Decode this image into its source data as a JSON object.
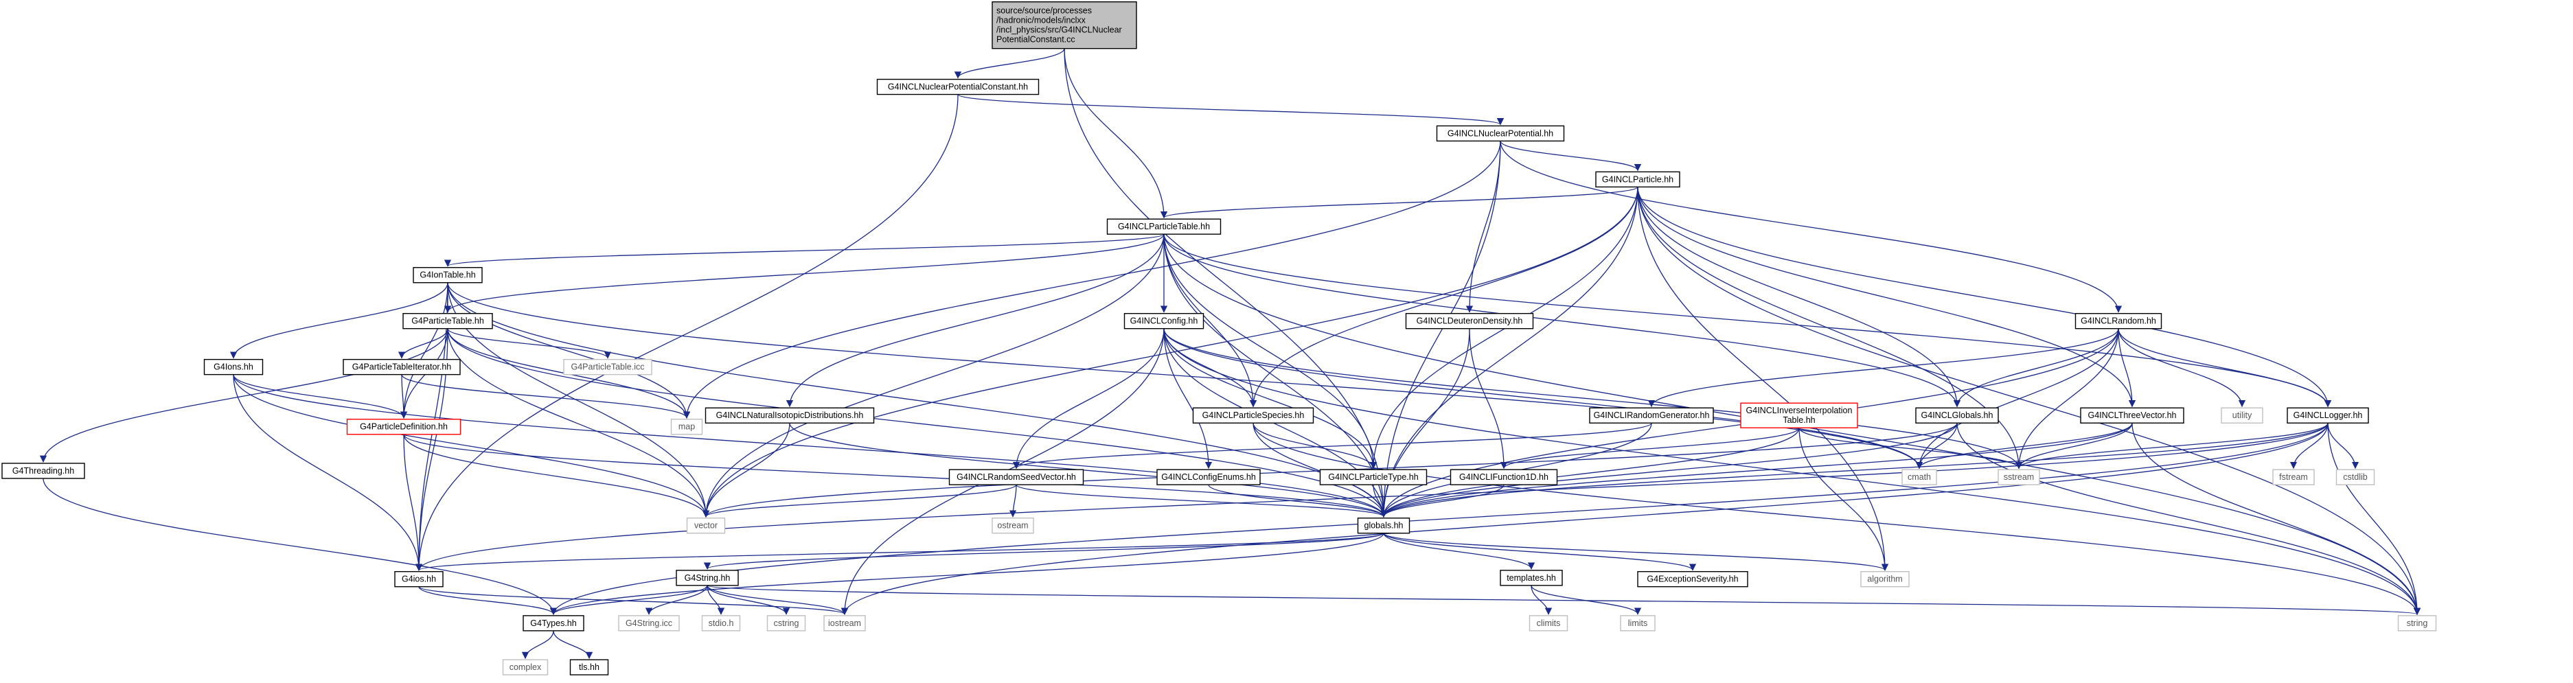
{
  "graph": {
    "nodes": [
      {
        "id": "root",
        "lines": [
          "source/source/processes",
          "/hadronic/models/inclxx",
          "/incl_physics/src/G4INCLNuclear",
          "PotentialConstant.cc"
        ],
        "kind": "root"
      },
      {
        "id": "npc",
        "lines": [
          "G4INCLNuclearPotentialConstant.hh"
        ],
        "kind": "doc"
      },
      {
        "id": "np",
        "lines": [
          "G4INCLNuclearPotential.hh"
        ],
        "kind": "doc"
      },
      {
        "id": "particle",
        "lines": [
          "G4INCLParticle.hh"
        ],
        "kind": "doc"
      },
      {
        "id": "ptable",
        "lines": [
          "G4INCLParticleTable.hh"
        ],
        "kind": "doc"
      },
      {
        "id": "iontable",
        "lines": [
          "G4IonTable.hh"
        ],
        "kind": "doc"
      },
      {
        "id": "g4ptable",
        "lines": [
          "G4ParticleTable.hh"
        ],
        "kind": "doc"
      },
      {
        "id": "g4ptableicc",
        "lines": [
          "G4ParticleTable.icc"
        ],
        "kind": "ext"
      },
      {
        "id": "g4ions",
        "lines": [
          "G4Ions.hh"
        ],
        "kind": "doc"
      },
      {
        "id": "ptiter",
        "lines": [
          "G4ParticleTableIterator.hh"
        ],
        "kind": "doc"
      },
      {
        "id": "pdef",
        "lines": [
          "G4ParticleDefinition.hh"
        ],
        "kind": "trunc"
      },
      {
        "id": "threading",
        "lines": [
          "G4Threading.hh"
        ],
        "kind": "doc"
      },
      {
        "id": "nid",
        "lines": [
          "G4INCLNaturalIsotopicDistributions.hh"
        ],
        "kind": "doc"
      },
      {
        "id": "config",
        "lines": [
          "G4INCLConfig.hh"
        ],
        "kind": "doc"
      },
      {
        "id": "deut",
        "lines": [
          "G4INCLDeuteronDensity.hh"
        ],
        "kind": "doc"
      },
      {
        "id": "random",
        "lines": [
          "G4INCLRandom.hh"
        ],
        "kind": "doc"
      },
      {
        "id": "rgen",
        "lines": [
          "G4INCLIRandomGenerator.hh"
        ],
        "kind": "doc"
      },
      {
        "id": "iit",
        "lines": [
          "G4INCLInverseInterpolation",
          "Table.hh"
        ],
        "kind": "trunc"
      },
      {
        "id": "globals",
        "lines": [
          "G4INCLGlobals.hh"
        ],
        "kind": "doc"
      },
      {
        "id": "threevec",
        "lines": [
          "G4INCLThreeVector.hh"
        ],
        "kind": "doc"
      },
      {
        "id": "logger",
        "lines": [
          "G4INCLLogger.hh"
        ],
        "kind": "doc"
      },
      {
        "id": "utility",
        "lines": [
          "utility"
        ],
        "kind": "ext"
      },
      {
        "id": "species",
        "lines": [
          "G4INCLParticleSpecies.hh"
        ],
        "kind": "doc"
      },
      {
        "id": "seed",
        "lines": [
          "G4INCLRandomSeedVector.hh"
        ],
        "kind": "doc"
      },
      {
        "id": "cfgenums",
        "lines": [
          "G4INCLConfigEnums.hh"
        ],
        "kind": "doc"
      },
      {
        "id": "ptype",
        "lines": [
          "G4INCLParticleType.hh"
        ],
        "kind": "doc"
      },
      {
        "id": "f1d",
        "lines": [
          "G4INCLIFunction1D.hh"
        ],
        "kind": "doc"
      },
      {
        "id": "globalshh",
        "lines": [
          "globals.hh"
        ],
        "kind": "doc"
      },
      {
        "id": "map",
        "lines": [
          "map"
        ],
        "kind": "ext"
      },
      {
        "id": "vector",
        "lines": [
          "vector"
        ],
        "kind": "ext"
      },
      {
        "id": "ostream",
        "lines": [
          "ostream"
        ],
        "kind": "ext"
      },
      {
        "id": "cmath",
        "lines": [
          "cmath"
        ],
        "kind": "ext"
      },
      {
        "id": "sstream",
        "lines": [
          "sstream"
        ],
        "kind": "ext"
      },
      {
        "id": "fstream",
        "lines": [
          "fstream"
        ],
        "kind": "ext"
      },
      {
        "id": "cstdlib",
        "lines": [
          "cstdlib"
        ],
        "kind": "ext"
      },
      {
        "id": "g4ios",
        "lines": [
          "G4ios.hh"
        ],
        "kind": "doc"
      },
      {
        "id": "g4string",
        "lines": [
          "G4String.hh"
        ],
        "kind": "doc"
      },
      {
        "id": "templates",
        "lines": [
          "templates.hh"
        ],
        "kind": "doc"
      },
      {
        "id": "excsev",
        "lines": [
          "G4ExceptionSeverity.hh"
        ],
        "kind": "doc"
      },
      {
        "id": "algorithm",
        "lines": [
          "algorithm"
        ],
        "kind": "ext"
      },
      {
        "id": "g4types",
        "lines": [
          "G4Types.hh"
        ],
        "kind": "doc"
      },
      {
        "id": "g4stringicc",
        "lines": [
          "G4String.icc"
        ],
        "kind": "ext"
      },
      {
        "id": "stdio",
        "lines": [
          "stdio.h"
        ],
        "kind": "ext"
      },
      {
        "id": "cstring",
        "lines": [
          "cstring"
        ],
        "kind": "ext"
      },
      {
        "id": "iostream",
        "lines": [
          "iostream"
        ],
        "kind": "ext"
      },
      {
        "id": "string",
        "lines": [
          "string"
        ],
        "kind": "ext"
      },
      {
        "id": "climits",
        "lines": [
          "climits"
        ],
        "kind": "ext"
      },
      {
        "id": "limits",
        "lines": [
          "limits"
        ],
        "kind": "ext"
      },
      {
        "id": "complex",
        "lines": [
          "complex"
        ],
        "kind": "ext"
      },
      {
        "id": "tls",
        "lines": [
          "tls.hh"
        ],
        "kind": "doc"
      }
    ],
    "edges": [
      [
        "root",
        "npc"
      ],
      [
        "root",
        "ptable"
      ],
      [
        "root",
        "globalshh"
      ],
      [
        "npc",
        "np"
      ],
      [
        "npc",
        "g4ios"
      ],
      [
        "np",
        "particle"
      ],
      [
        "np",
        "deut"
      ],
      [
        "np",
        "random"
      ],
      [
        "np",
        "globalshh"
      ],
      [
        "np",
        "map"
      ],
      [
        "particle",
        "ptable"
      ],
      [
        "particle",
        "species"
      ],
      [
        "particle",
        "ptype"
      ],
      [
        "particle",
        "threevec"
      ],
      [
        "particle",
        "logger"
      ],
      [
        "particle",
        "globals"
      ],
      [
        "particle",
        "vector"
      ],
      [
        "particle",
        "sstream"
      ],
      [
        "particle",
        "string"
      ],
      [
        "particle",
        "algorithm"
      ],
      [
        "particle",
        "globalshh"
      ],
      [
        "ptable",
        "iontable"
      ],
      [
        "ptable",
        "g4ptable"
      ],
      [
        "ptable",
        "nid"
      ],
      [
        "ptable",
        "config"
      ],
      [
        "ptable",
        "species"
      ],
      [
        "ptable",
        "ptype"
      ],
      [
        "ptable",
        "globals"
      ],
      [
        "ptable",
        "logger"
      ],
      [
        "ptable",
        "globalshh"
      ],
      [
        "ptable",
        "vector"
      ],
      [
        "ptable",
        "string"
      ],
      [
        "iontable",
        "g4ptable"
      ],
      [
        "iontable",
        "g4ions"
      ],
      [
        "iontable",
        "pdef"
      ],
      [
        "iontable",
        "map"
      ],
      [
        "iontable",
        "vector"
      ],
      [
        "iontable",
        "g4ios"
      ],
      [
        "iontable",
        "globalshh"
      ],
      [
        "iontable",
        "cmath"
      ],
      [
        "g4ptable",
        "g4ptableicc"
      ],
      [
        "g4ptable",
        "ptiter"
      ],
      [
        "g4ptable",
        "pdef"
      ],
      [
        "g4ptable",
        "threading"
      ],
      [
        "g4ptable",
        "map"
      ],
      [
        "g4ptable",
        "vector"
      ],
      [
        "g4ptable",
        "globalshh"
      ],
      [
        "g4ptable",
        "g4ios"
      ],
      [
        "g4ions",
        "pdef"
      ],
      [
        "g4ions",
        "globalshh"
      ],
      [
        "g4ions",
        "g4ios"
      ],
      [
        "g4ions",
        "vector"
      ],
      [
        "ptiter",
        "pdef"
      ],
      [
        "ptiter",
        "map"
      ],
      [
        "pdef",
        "g4ios"
      ],
      [
        "pdef",
        "vector"
      ],
      [
        "pdef",
        "globalshh"
      ],
      [
        "threading",
        "g4types"
      ],
      [
        "nid",
        "vector"
      ],
      [
        "nid",
        "globalshh"
      ],
      [
        "config",
        "seed"
      ],
      [
        "config",
        "cfgenums"
      ],
      [
        "config",
        "species"
      ],
      [
        "config",
        "ptype"
      ],
      [
        "config",
        "globalshh"
      ],
      [
        "config",
        "iostream"
      ],
      [
        "config",
        "sstream"
      ],
      [
        "config",
        "string"
      ],
      [
        "config",
        "cmath"
      ],
      [
        "deut",
        "f1d"
      ],
      [
        "deut",
        "globalshh"
      ],
      [
        "random",
        "rgen"
      ],
      [
        "random",
        "globals"
      ],
      [
        "random",
        "threevec"
      ],
      [
        "random",
        "logger"
      ],
      [
        "random",
        "utility"
      ],
      [
        "random",
        "cmath"
      ],
      [
        "random",
        "globalshh"
      ],
      [
        "random",
        "sstream"
      ],
      [
        "rgen",
        "seed"
      ],
      [
        "rgen",
        "globalshh"
      ],
      [
        "iit",
        "f1d"
      ],
      [
        "iit",
        "globalshh"
      ],
      [
        "iit",
        "algorithm"
      ],
      [
        "iit",
        "sstream"
      ],
      [
        "globals",
        "globalshh"
      ],
      [
        "globals",
        "cmath"
      ],
      [
        "globals",
        "string"
      ],
      [
        "globals",
        "vector"
      ],
      [
        "threevec",
        "globalshh"
      ],
      [
        "threevec",
        "sstream"
      ],
      [
        "threevec",
        "string"
      ],
      [
        "threevec",
        "cmath"
      ],
      [
        "logger",
        "globalshh"
      ],
      [
        "logger",
        "fstream"
      ],
      [
        "logger",
        "cstdlib"
      ],
      [
        "logger",
        "sstream"
      ],
      [
        "logger",
        "string"
      ],
      [
        "logger",
        "g4types"
      ],
      [
        "logger",
        "iostream"
      ],
      [
        "logger",
        "g4ios"
      ],
      [
        "species",
        "ptype"
      ],
      [
        "species",
        "globalshh"
      ],
      [
        "species",
        "string"
      ],
      [
        "seed",
        "vector"
      ],
      [
        "seed",
        "ostream"
      ],
      [
        "seed",
        "globalshh"
      ],
      [
        "cfgenums",
        "globalshh"
      ],
      [
        "ptype",
        "globalshh"
      ],
      [
        "f1d",
        "globalshh"
      ],
      [
        "globalshh",
        "g4ios"
      ],
      [
        "globalshh",
        "g4string"
      ],
      [
        "globalshh",
        "templates"
      ],
      [
        "globalshh",
        "excsev"
      ],
      [
        "globalshh",
        "algorithm"
      ],
      [
        "globalshh",
        "g4types"
      ],
      [
        "g4ios",
        "g4types"
      ],
      [
        "g4ios",
        "iostream"
      ],
      [
        "g4string",
        "g4types"
      ],
      [
        "g4string",
        "g4stringicc"
      ],
      [
        "g4string",
        "stdio"
      ],
      [
        "g4string",
        "cstring"
      ],
      [
        "g4string",
        "iostream"
      ],
      [
        "g4string",
        "string"
      ],
      [
        "templates",
        "climits"
      ],
      [
        "templates",
        "limits"
      ],
      [
        "g4types",
        "complex"
      ],
      [
        "g4types",
        "tls"
      ]
    ]
  }
}
